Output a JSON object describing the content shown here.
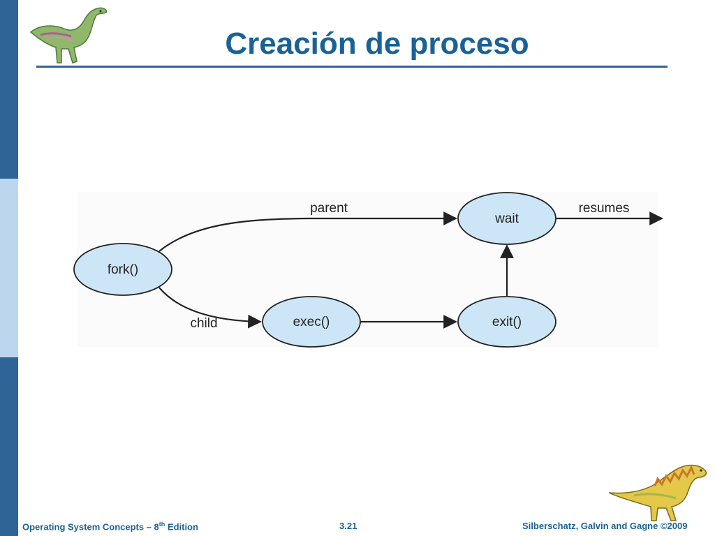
{
  "slide": {
    "title": "Creación de proceso"
  },
  "diagram": {
    "nodes": {
      "fork": "fork()",
      "wait": "wait",
      "exec": "exec()",
      "exit": "exit()"
    },
    "labels": {
      "parent": "parent",
      "child": "child",
      "resumes": "resumes"
    }
  },
  "footer": {
    "book": "Operating System Concepts – 8",
    "edition_sup": "th",
    "edition_suffix": " Edition",
    "page": "3.21",
    "authors": "Silberschatz, Galvin and Gagne ©2009"
  },
  "colors": {
    "accent": "#1a6296",
    "sidebar_dark": "#2f6496",
    "sidebar_light": "#bcd6ee",
    "node_fill": "#cde6f7"
  },
  "icons": {
    "top_left": "dinosaur-icon",
    "bottom_right": "dinosaur-icon"
  }
}
